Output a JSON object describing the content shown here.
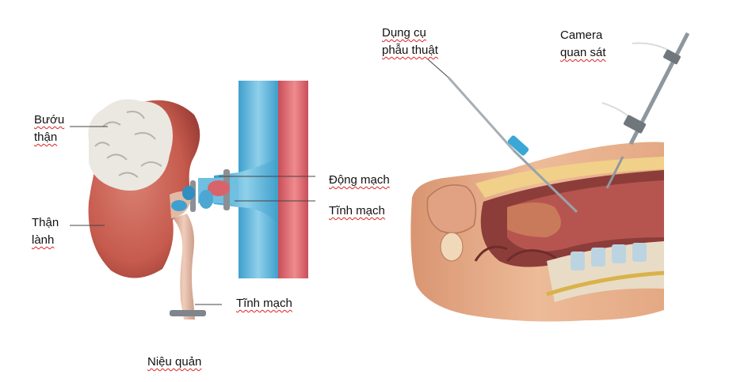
{
  "kidney_figure": {
    "labels": {
      "tumor_line1": "Bướu",
      "tumor_line2": "thận",
      "healthy_line1": "Thận",
      "healthy_line2": "lành",
      "artery": "Động mạch",
      "vein_upper": "Tĩnh mạch",
      "vein_lower": "Tĩnh mạch",
      "ureter": "Niệu quản"
    },
    "colors": {
      "kidney": "#c65b4e",
      "tumor": "#ebe8e2",
      "vein": "#5fb4d8",
      "artery": "#d9636a",
      "ureter": "#e2b9a4"
    }
  },
  "laparoscopy_figure": {
    "labels": {
      "instrument_line1": "Dụng cụ",
      "instrument_line2": "phẫu thuật",
      "camera_line1": "Camera",
      "camera_line2": "quan sát"
    },
    "colors": {
      "skin": "#e8b08e",
      "cavity": "#a04a45",
      "instrument": "#9aa3aa",
      "port": "#3aa7d6",
      "spine": "#bcd4e2"
    }
  }
}
